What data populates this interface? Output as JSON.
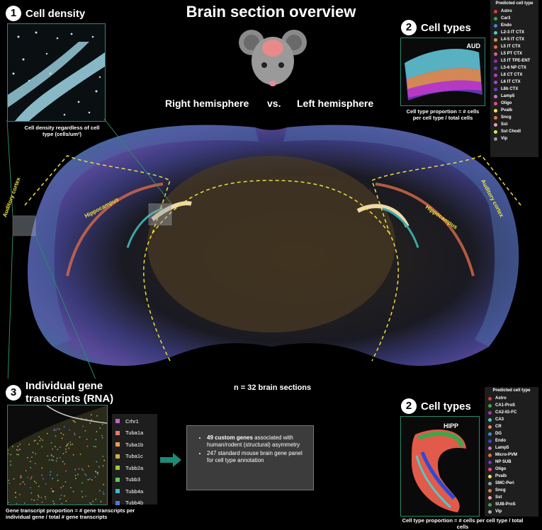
{
  "title": "Brain section overview",
  "density": {
    "number": "1",
    "heading": "Cell density",
    "caption_line1": "Cell density regardless of cell",
    "caption_line2": "type (cells/um²)"
  },
  "celltypes_aud": {
    "number": "2",
    "heading": "Cell types",
    "panel_label": "AUD",
    "caption_line1": "Cell type proportion = # cells",
    "caption_line2": "per cell type / total cells",
    "legend_title": "Predicted cell type",
    "legend": [
      {
        "label": "Astro",
        "color": "#e23b3b"
      },
      {
        "label": "Car3",
        "color": "#3aa84a"
      },
      {
        "label": "Endo",
        "color": "#3c8ad8"
      },
      {
        "label": "L2-3 IT CTX",
        "color": "#56c7c4"
      },
      {
        "label": "L4-5 IT CTX",
        "color": "#e0904a"
      },
      {
        "label": "L5 IT CTX",
        "color": "#e86a3a"
      },
      {
        "label": "L5 PT CTX",
        "color": "#d85a9c"
      },
      {
        "label": "L5 IT TPE-ENT",
        "color": "#9a2ab0"
      },
      {
        "label": "L5-6 NP CTX",
        "color": "#6a3ac0"
      },
      {
        "label": "L6 CT CTX",
        "color": "#c03ac8"
      },
      {
        "label": "L6 IT CTX",
        "color": "#a04ad8"
      },
      {
        "label": "L6b CTX",
        "color": "#6a40c8"
      },
      {
        "label": "Lamp5",
        "color": "#c878c8"
      },
      {
        "label": "Oligo",
        "color": "#e84a8a"
      },
      {
        "label": "Pvalb",
        "color": "#f2e84a"
      },
      {
        "label": "Sncg",
        "color": "#e87a3a"
      },
      {
        "label": "Sst",
        "color": "#e8a0b8"
      },
      {
        "label": "Sst Chodl",
        "color": "#e8e050"
      },
      {
        "label": "Vip",
        "color": "#9a9a9a"
      }
    ]
  },
  "celltypes_hipp": {
    "number": "2",
    "heading": "Cell types",
    "panel_label": "HIPP",
    "caption_line1": "Cell type proportion = # cells per cell type / total",
    "caption_line2": "cells",
    "legend_title": "Predicted cell type",
    "legend": [
      {
        "label": "Astro",
        "color": "#e23b3b"
      },
      {
        "label": "CA1-ProS",
        "color": "#3aa84a"
      },
      {
        "label": "CA2-IG-FC",
        "color": "#9a3ab0"
      },
      {
        "label": "CA3",
        "color": "#56c7c4"
      },
      {
        "label": "CR",
        "color": "#e0904a"
      },
      {
        "label": "DG",
        "color": "#3c8ad8"
      },
      {
        "label": "Endo",
        "color": "#2a4ad8"
      },
      {
        "label": "Lamp5",
        "color": "#c878c8"
      },
      {
        "label": "Micro-PVM",
        "color": "#e86a3a"
      },
      {
        "label": "NP SUB",
        "color": "#6a3ac0"
      },
      {
        "label": "Oligo",
        "color": "#e84a8a"
      },
      {
        "label": "Pvalb",
        "color": "#f2e84a"
      },
      {
        "label": "SMC-Peri",
        "color": "#9a9a9a"
      },
      {
        "label": "Sncg",
        "color": "#e87a3a"
      },
      {
        "label": "Sst",
        "color": "#e8a0b8"
      },
      {
        "label": "SUB-ProS",
        "color": "#3aa84a"
      },
      {
        "label": "Vip",
        "color": "#aaaaaa"
      }
    ]
  },
  "hemispheres": {
    "right": "Right hemisphere",
    "vs": "vs.",
    "left": "Left hemisphere"
  },
  "region_labels": {
    "auditory_left": "Auditory cortex",
    "auditory_right": "Auditory cortex",
    "hippocampus_left": "Hippocampus",
    "hippocampus_right": "Hippocampus"
  },
  "n_sections": "n = 32 brain sections",
  "transcripts": {
    "number": "3",
    "heading_line1": "Individual gene",
    "heading_line2": "transcripts (RNA)",
    "caption_line1": "Gene transcript proportion = # gene transcripts per",
    "caption_line2": "individual gene / total # gene transcripts",
    "genes": [
      {
        "label": "Crhr1",
        "color": "#c860c8"
      },
      {
        "label": "Tuba1a",
        "color": "#e87a6a"
      },
      {
        "label": "Tuba1b",
        "color": "#e8a040"
      },
      {
        "label": "Tuba1c",
        "color": "#d0b040"
      },
      {
        "label": "Tubb2a",
        "color": "#a0c840"
      },
      {
        "label": "Tubb3",
        "color": "#60c860"
      },
      {
        "label": "Tubb4a",
        "color": "#40b8c8"
      },
      {
        "label": "Tubb4b",
        "color": "#4a7ad8"
      }
    ]
  },
  "info": {
    "line1_bold": "49 custom genes",
    "line1_rest": " associated with human/rodent (structural) asymmetry",
    "line2": "247 standard mouse brain gene panel for cell type annotation"
  }
}
